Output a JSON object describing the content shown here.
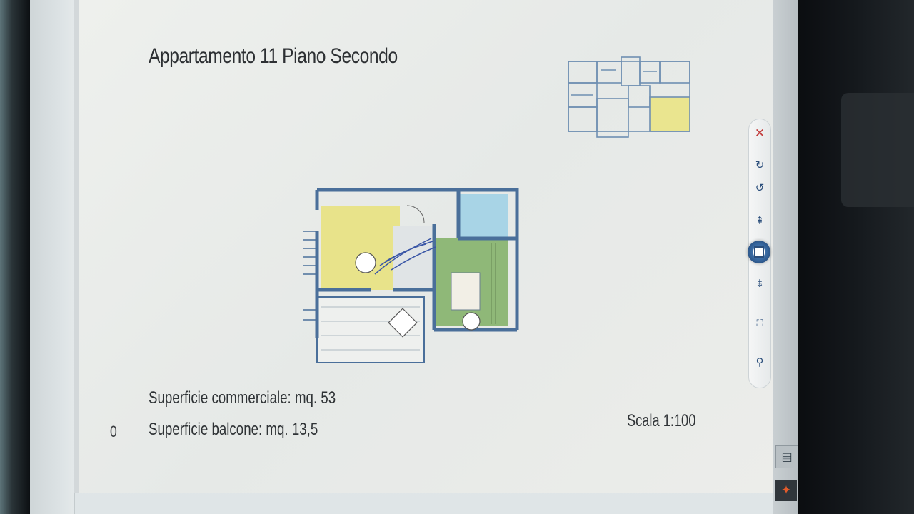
{
  "document": {
    "title": "Appartamento 11 Piano Secondo",
    "commercial_area": "Superficie commerciale: mq. 53",
    "balcony_area": "Superficie balcone: mq. 13,5",
    "page_index": "0",
    "scale": "Scala 1:100"
  },
  "toolbar": {
    "close_glyph": "✕",
    "rotate_cw_glyph": "↻",
    "rotate_ccw_glyph": "↺",
    "first_page_glyph": "⇞",
    "last_page_glyph": "⇟",
    "fit_glyph": "⛶",
    "zoom_glyph": "⚲"
  },
  "tray": {
    "item1_glyph": "▤",
    "item2_glyph": "✦"
  },
  "colors": {
    "living_area": "#e8e38a",
    "bedroom": "#8fb878",
    "bathroom": "#a8d4e6",
    "walls": "#4a6f9a",
    "key_plan_highlight": "#eae58f"
  }
}
